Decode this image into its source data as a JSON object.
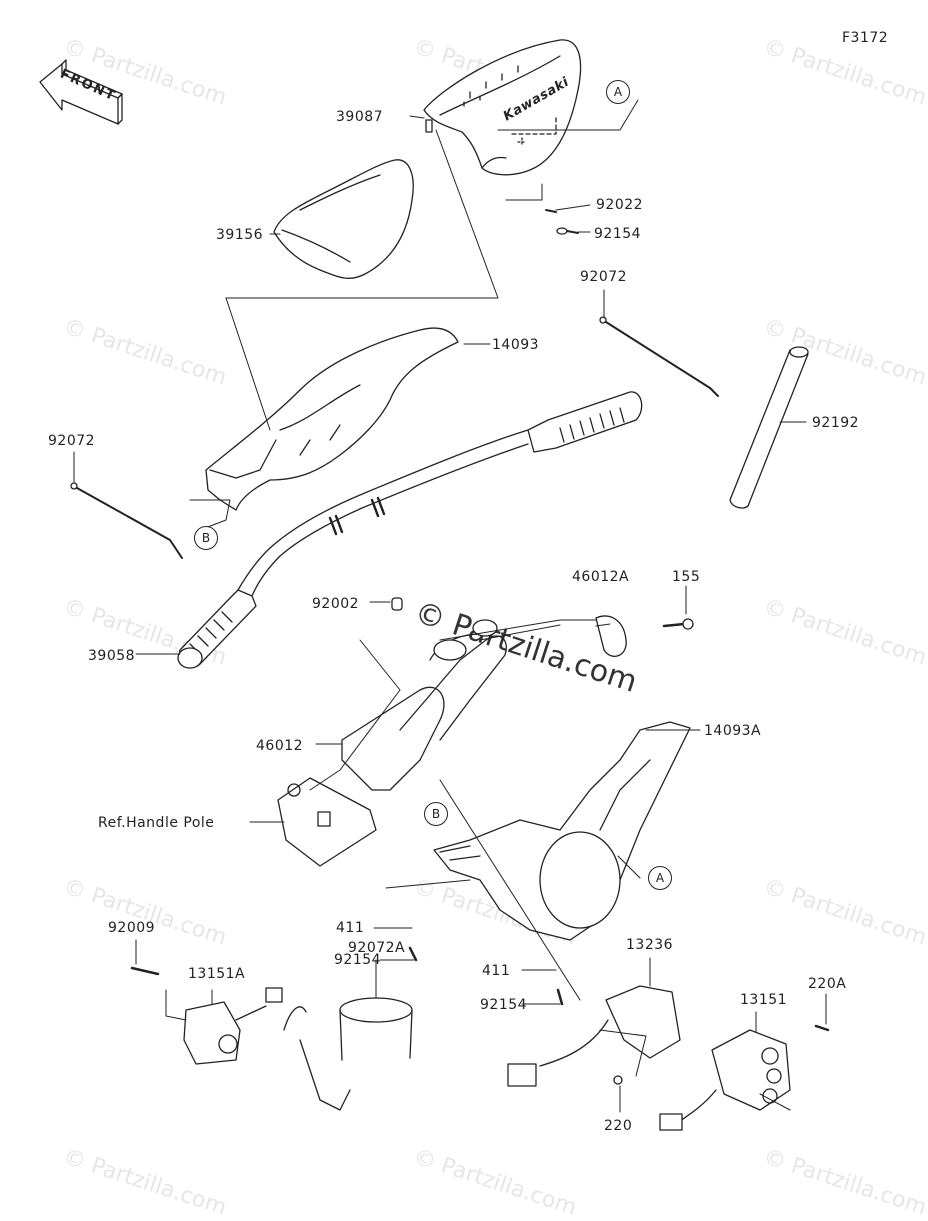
{
  "figure_code": "F3172",
  "watermark_text": "© Partzilla.com",
  "front_label": "FRONT",
  "parts": {
    "p39087": "39087",
    "p39156": "39156",
    "p92022": "92022",
    "p92154a": "92154",
    "p92072a": "92072",
    "p14093": "14093",
    "p92072b": "92072",
    "p92192": "92192",
    "p46012A": "46012A",
    "p155": "155",
    "p92002": "92002",
    "p39058": "39058",
    "p46012": "46012",
    "p14093A": "14093A",
    "ref_handle_pole": "Ref.Handle Pole",
    "p411a": "411",
    "p92154b": "92154",
    "p411b": "411",
    "p92154c": "92154",
    "p92009": "92009",
    "p13151A": "13151A",
    "p92072A": "92072A",
    "p13236": "13236",
    "p13151": "13151",
    "p220A": "220A",
    "p220": "220"
  },
  "callouts": {
    "A": "A",
    "B": "B"
  },
  "brand_on_cover": "Kawasaki"
}
